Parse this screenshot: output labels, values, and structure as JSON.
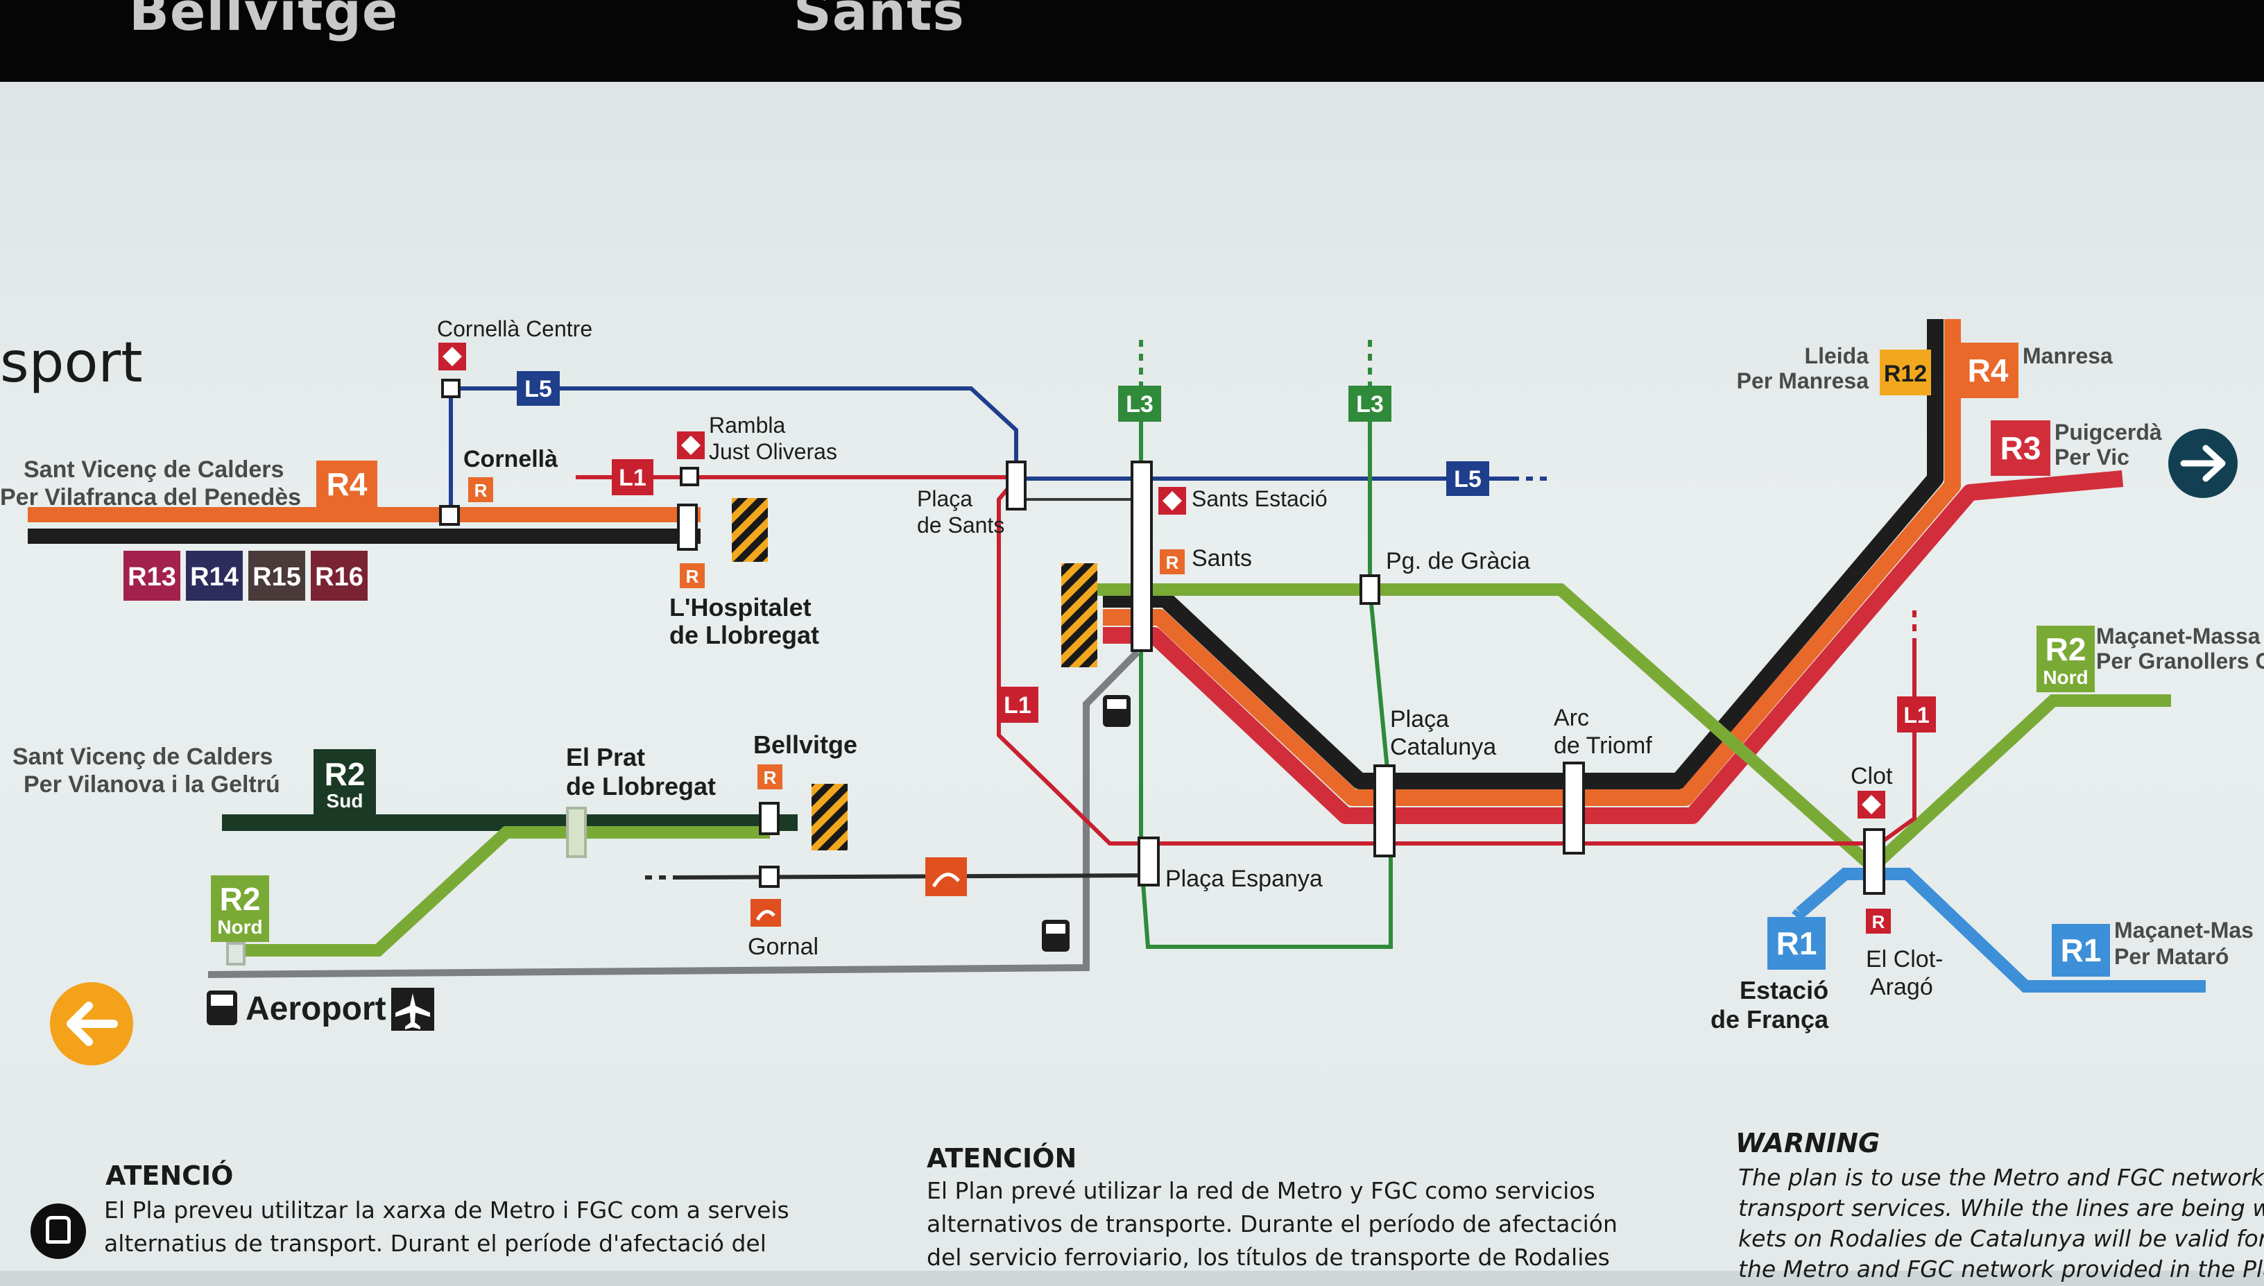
{
  "top_labels": {
    "left": "Bellvitge",
    "right": "Sants"
  },
  "partial_title": "sport",
  "stations": {
    "cornella_centre": "Cornellà Centre",
    "cornella": "Cornellà",
    "rambla_line1": "Rambla",
    "rambla_line2": "Just Oliveras",
    "hospitalet_line1": "L'Hospitalet",
    "hospitalet_line2": "de Llobregat",
    "placa_sants_line1": "Plaça",
    "placa_sants_line2": "de Sants",
    "sants_estacio": "Sants Estació",
    "sants": "Sants",
    "pg_gracia": "Pg. de Gràcia",
    "placa_catalunya_line1": "Plaça",
    "placa_catalunya_line2": "Catalunya",
    "arc_triomf_line1": "Arc",
    "arc_triomf_line2": "de Triomf",
    "el_prat_line1": "El Prat",
    "el_prat_line2": "de Llobregat",
    "bellvitge": "Bellvitge",
    "gornal": "Gornal",
    "placa_espanya": "Plaça Espanya",
    "aeroport": "Aeroport",
    "clot": "Clot",
    "el_clot_line1": "El Clot-",
    "el_clot_line2": "Aragó",
    "estacio_franca_line1": "Estació",
    "estacio_franca_line2": "de França"
  },
  "destinations": {
    "sant_vicenc_r4_line1": "Sant Vicenç de Calders",
    "sant_vicenc_r4_line2": "Per Vilafranca del Penedès",
    "sant_vicenc_r2_line1": "Sant Vicenç de Calders",
    "sant_vicenc_r2_line2": "Per Vilanova i la Geltrú",
    "lleida_line1": "Lleida",
    "lleida_line2": "Per Manresa",
    "manresa": "Manresa",
    "puigcerda_line1": "Puigcerdà",
    "puigcerda_line2": "Per Vic",
    "macanet_r2_line1": "Maçanet-Massa",
    "macanet_r2_line2": "Per Granollers C",
    "macanet_r1_line1": "Maçanet-Mas",
    "macanet_r1_line2": "Per Mataró"
  },
  "line_badges": {
    "l5": "L5",
    "l1": "L1",
    "l3": "L3",
    "r4": "R4",
    "r3": "R3",
    "r12": "R12",
    "r13": "R13",
    "r14": "R14",
    "r15": "R15",
    "r16": "R16",
    "r2": "R2",
    "r2_sud_sub": "Sud",
    "r2_nord_sub": "Nord",
    "r1": "R1",
    "renfe_r": "R"
  },
  "colors": {
    "l1": "#c8202f",
    "l3": "#2f8a3a",
    "l5": "#1f3f8c",
    "r1": "#3d8fd8",
    "r2": "#7aaa36",
    "r2_sud": "#1b3a26",
    "r3": "#d22d3b",
    "r4": "#e8692a",
    "r12": "#f2a81e",
    "black": "#1d1d1d",
    "gray": "#7b7e82",
    "r13": "#a3214d",
    "r14": "#2c2d5c",
    "r15": "#4a3b3a",
    "r16": "#7a2433"
  },
  "notices": {
    "ca_title": "ATENCIÓ",
    "ca_line1": "El Pla preveu utilitzar la xarxa de Metro i FGC com a serveis",
    "ca_line2": "alternatius de transport. Durant el període d'afectació del",
    "es_title": "ATENCIÓN",
    "es_line1": "El Plan prevé utilizar la red de Metro y FGC como servicios",
    "es_line2": "alternativos de transporte. Durante el período de afectación",
    "es_line3": "del servicio ferroviario, los títulos de transporte de Rodalies",
    "en_title": "WARNING",
    "en_line1": "The plan is to use the Metro and FGC network as al",
    "en_line2": "transport services. While the lines are being worke",
    "en_line3": "kets on Rodalies de Catalunya will be valid for all tra",
    "en_line4": "the Metro and FGC network provided in the Plan."
  }
}
